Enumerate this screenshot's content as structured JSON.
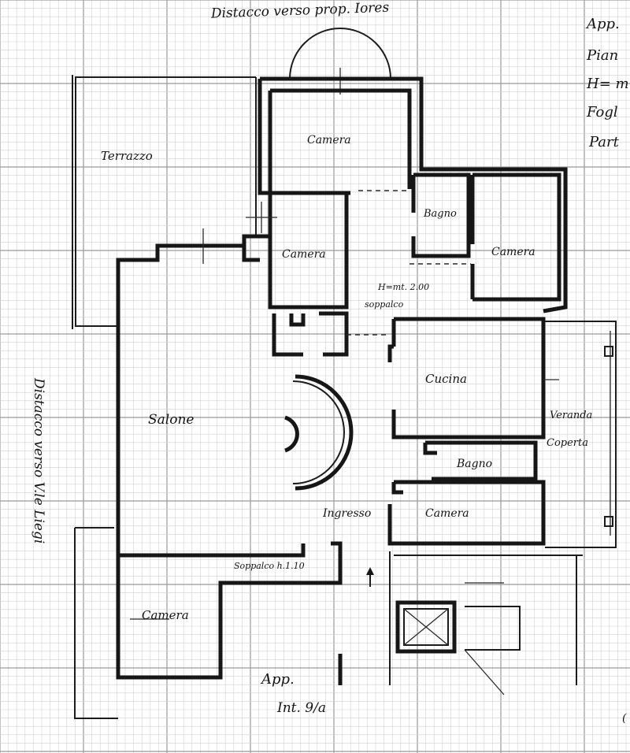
{
  "plan": {
    "setback_top": "Distacco verso prop. Iores",
    "setback_left": "Distacco verso V.le Liegi",
    "info_lines": [
      "App.",
      "Pian",
      "H= m",
      "Fogl",
      "Part"
    ],
    "rooms": {
      "terrazzo": "Terrazzo",
      "camera_top": "Camera",
      "camera_mid": "Camera",
      "bagno_top": "Bagno",
      "camera_right": "Camera",
      "soppalco_note_1": "H=mt. 2.00",
      "soppalco_note_2": "soppalco",
      "salone": "Salone",
      "cucina": "Cucina",
      "veranda_1": "Veranda",
      "veranda_2": "Coperta",
      "bagno_low": "Bagno",
      "ingresso": "Ingresso",
      "camera_low": "Camera",
      "soppalco_low": "Soppalco h.1.10",
      "camera_bottom": "Camera"
    },
    "unit_label_1": "App.",
    "unit_label_2": "Int. 9/a",
    "edge_mark": "("
  },
  "colors": {
    "grid_major": "#9a9a9a",
    "grid_minor": "#d2d2d2",
    "ink": "#161616"
  }
}
